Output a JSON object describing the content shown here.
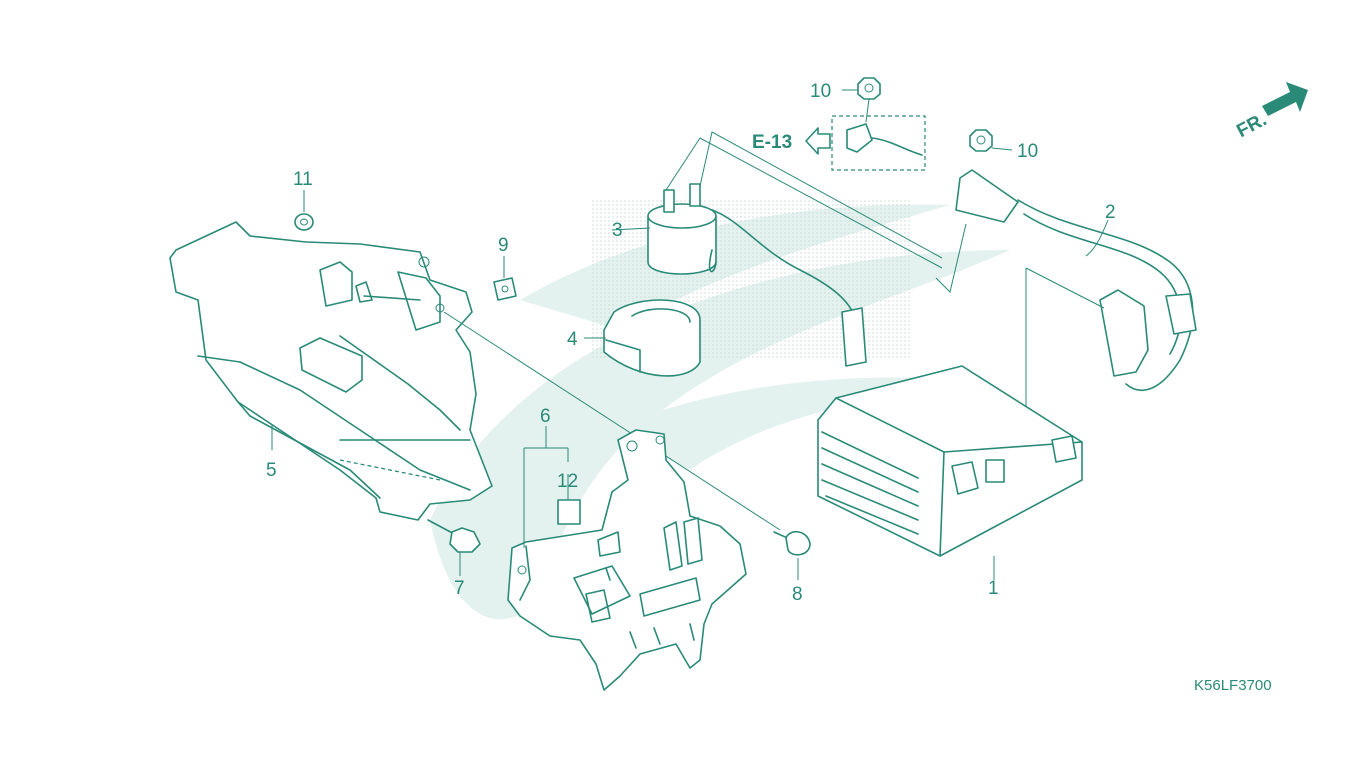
{
  "diagram_code": "K56LF3700",
  "front_indicator": "FR.",
  "reference": "E-13",
  "colors": {
    "line": "#2a8a78",
    "watermark": "#e3f2ee",
    "background": "#ffffff"
  },
  "callouts": {
    "c1": "1",
    "c2": "2",
    "c3": "3",
    "c4": "4",
    "c5": "5",
    "c6": "6",
    "c7": "7",
    "c8": "8",
    "c9": "9",
    "c10a": "10",
    "c10b": "10",
    "c11": "11",
    "c12": "12"
  }
}
